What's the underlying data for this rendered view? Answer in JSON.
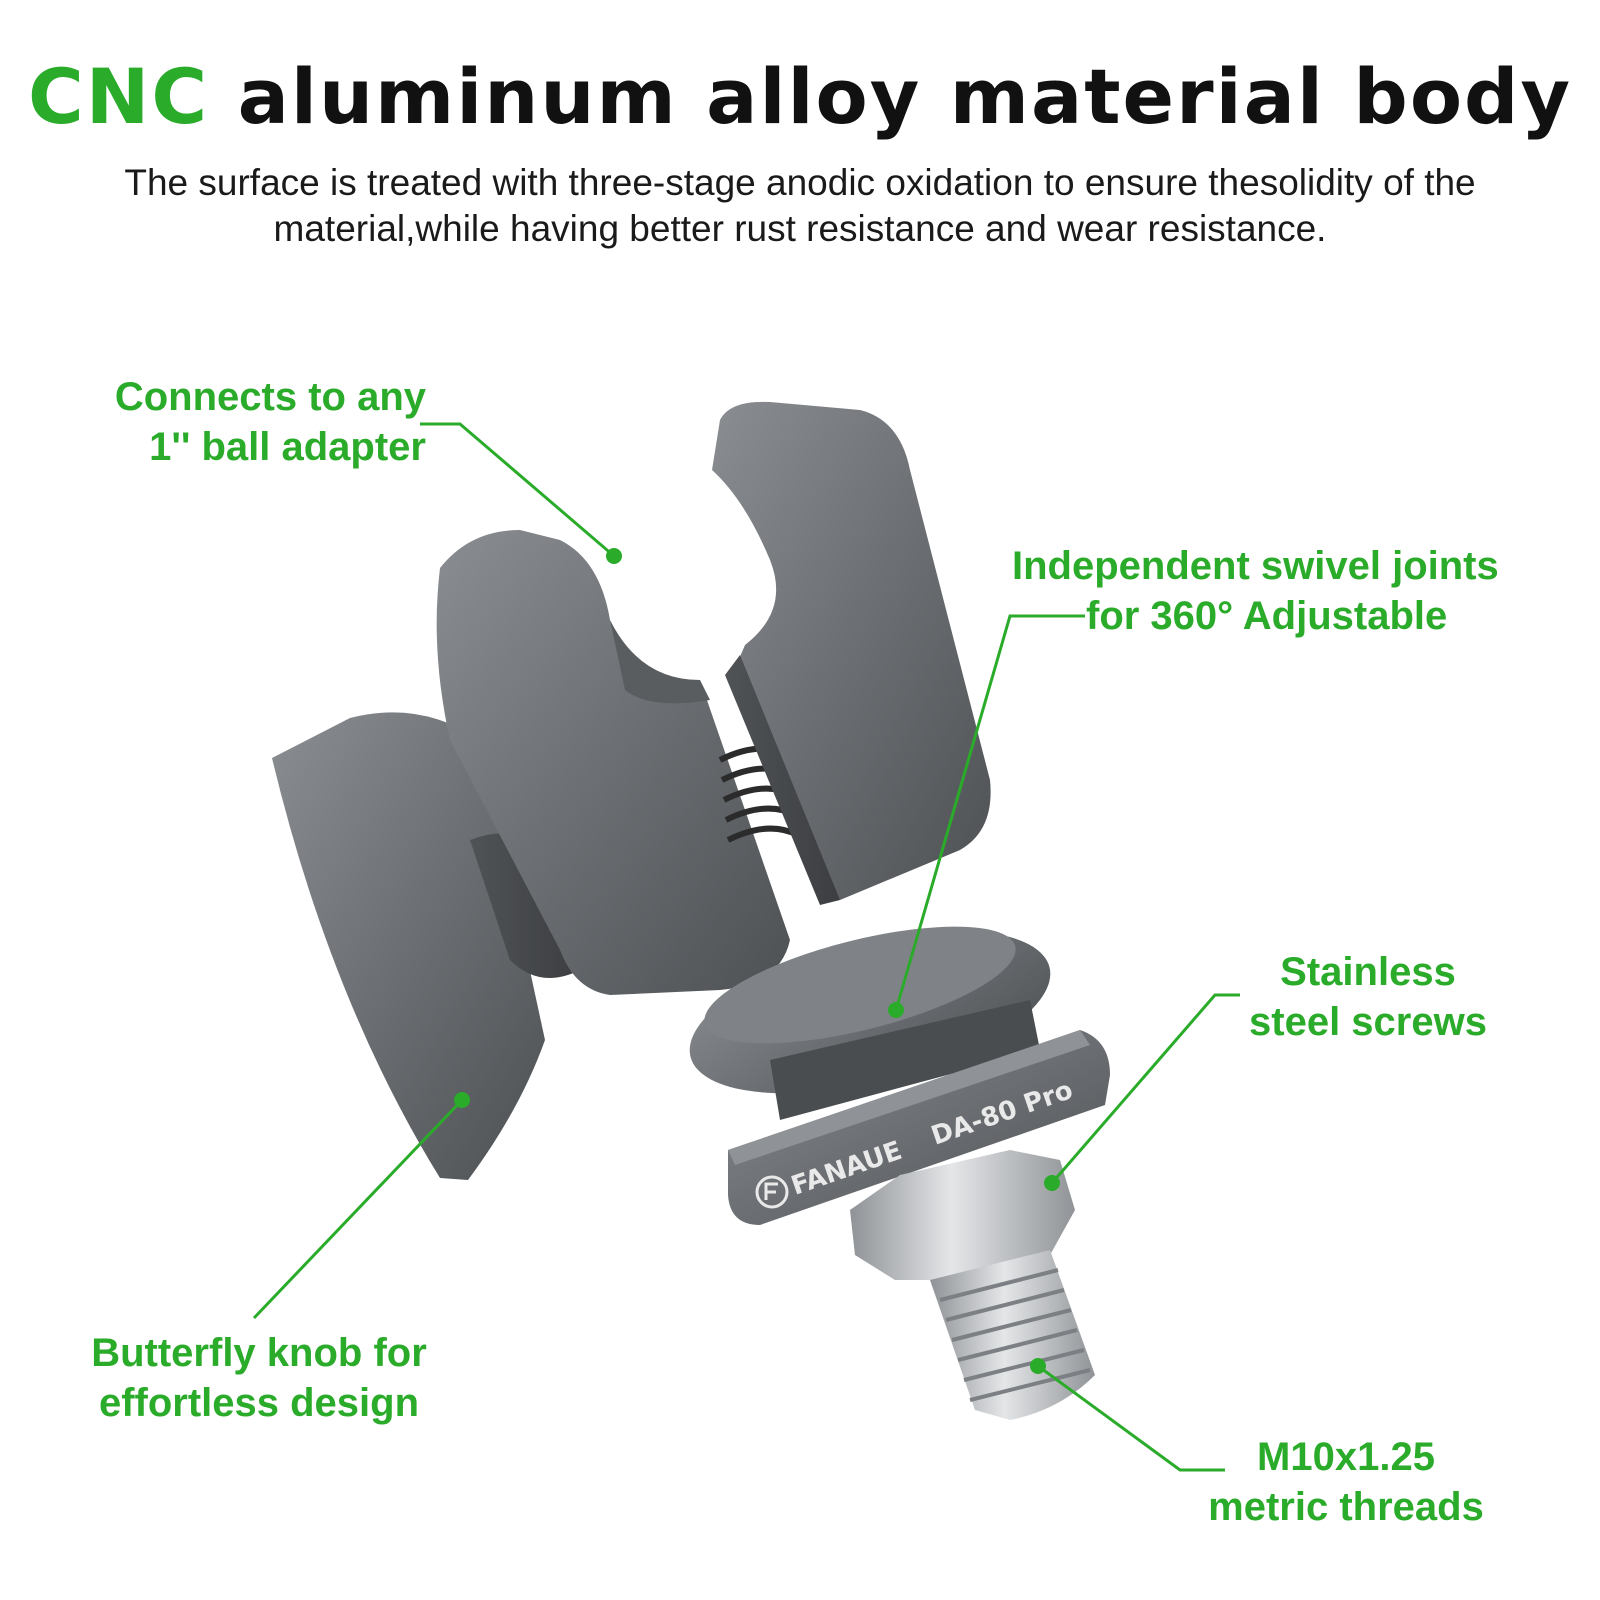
{
  "header": {
    "title_accent": "CNC",
    "title_rest": "aluminum alloy material body",
    "subtitle_line1": "The surface is treated with three-stage anodic oxidation to ensure thesolidity of the",
    "subtitle_line2": "material,while having better rust resistance and wear resistance."
  },
  "callouts": {
    "ball_adapter": {
      "line1": "Connects to any",
      "line2": "1'' ball adapter"
    },
    "swivel": {
      "line1": "Independent swivel joints",
      "line2": "for 360° Adjustable"
    },
    "screws": {
      "line1": "Stainless",
      "line2": "steel screws"
    },
    "knob": {
      "line1": "Butterfly knob for",
      "line2": "effortless design"
    },
    "threads": {
      "line1": "M10x1.25",
      "line2": "metric threads"
    }
  },
  "product": {
    "brand": "FANAUE",
    "model": "DA-80 Pro"
  },
  "colors": {
    "accent": "#2aab2a",
    "body_metal": "#6b6e72",
    "steel": "#b9bcc0"
  }
}
